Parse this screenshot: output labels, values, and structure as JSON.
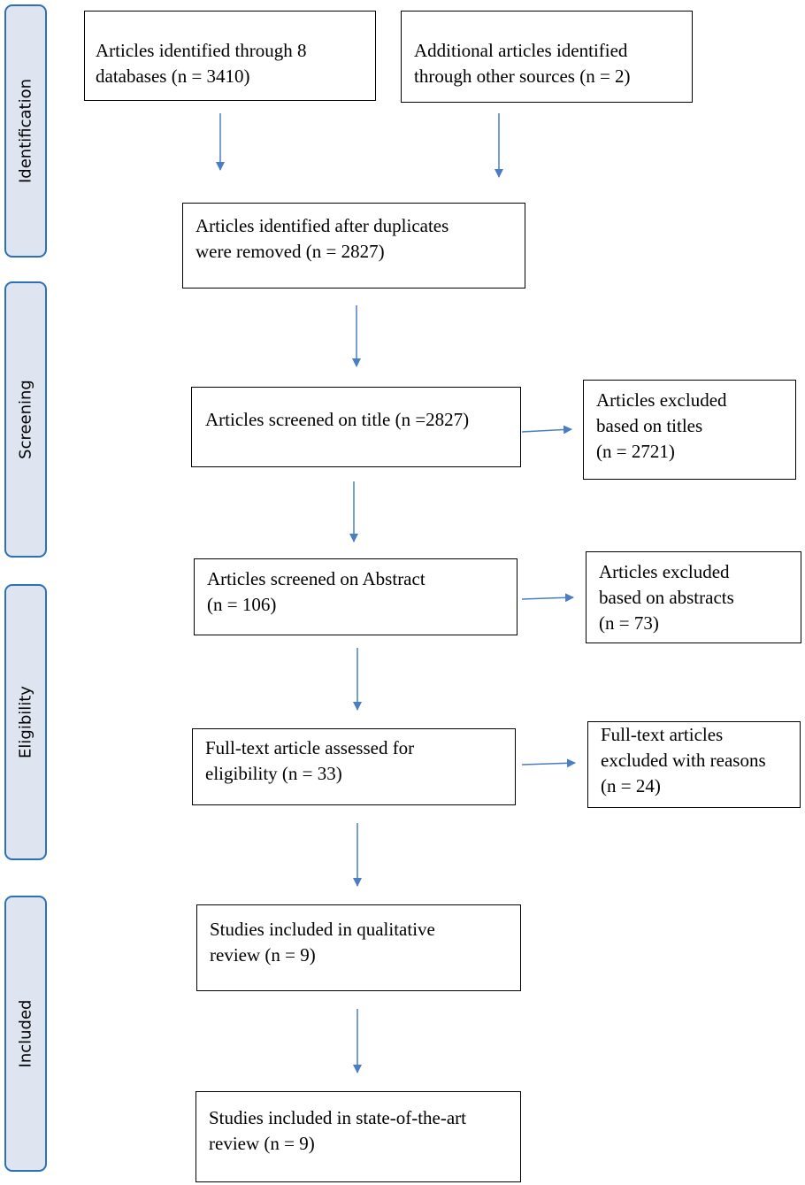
{
  "phases": {
    "identification": "Identification",
    "screening": "Screening",
    "eligibility": "Eligibility",
    "included": "Included"
  },
  "boxes": {
    "databases": {
      "line1": "Articles identified through 8",
      "line2": "databases (n = 3410)"
    },
    "other_sources": {
      "line1": "Additional articles identified",
      "line2": "through other sources (n = 2)"
    },
    "duplicates_removed": {
      "line1": "Articles identified after duplicates",
      "line2": "were removed (n = 2827)"
    },
    "screened_title": {
      "line1": "Articles screened on title (n =2827)"
    },
    "excluded_titles": {
      "line1": "Articles excluded",
      "line2": "based on titles",
      "line3": "(n = 2721)"
    },
    "screened_abstract": {
      "line1": "Articles screened on Abstract",
      "line2": "(n = 106)"
    },
    "excluded_abstracts": {
      "line1": "Articles excluded",
      "line2": "based on abstracts",
      "line3": "(n = 73)"
    },
    "fulltext_assessed": {
      "line1": "Full-text article assessed for",
      "line2": "eligibility (n = 33)"
    },
    "fulltext_excluded": {
      "line1": "Full-text articles",
      "line2": "excluded with reasons",
      "line3": "(n = 24)"
    },
    "qualitative": {
      "line1": "Studies included in qualitative",
      "line2": "review (n = 9)"
    },
    "state_of_art": {
      "line1": "Studies included in state-of-the-art",
      "line2": "review (n = 9)"
    }
  },
  "colors": {
    "arrow": "#4a7ec4",
    "phase_fill": "#dee5f1",
    "phase_border": "#2e6fb7"
  }
}
